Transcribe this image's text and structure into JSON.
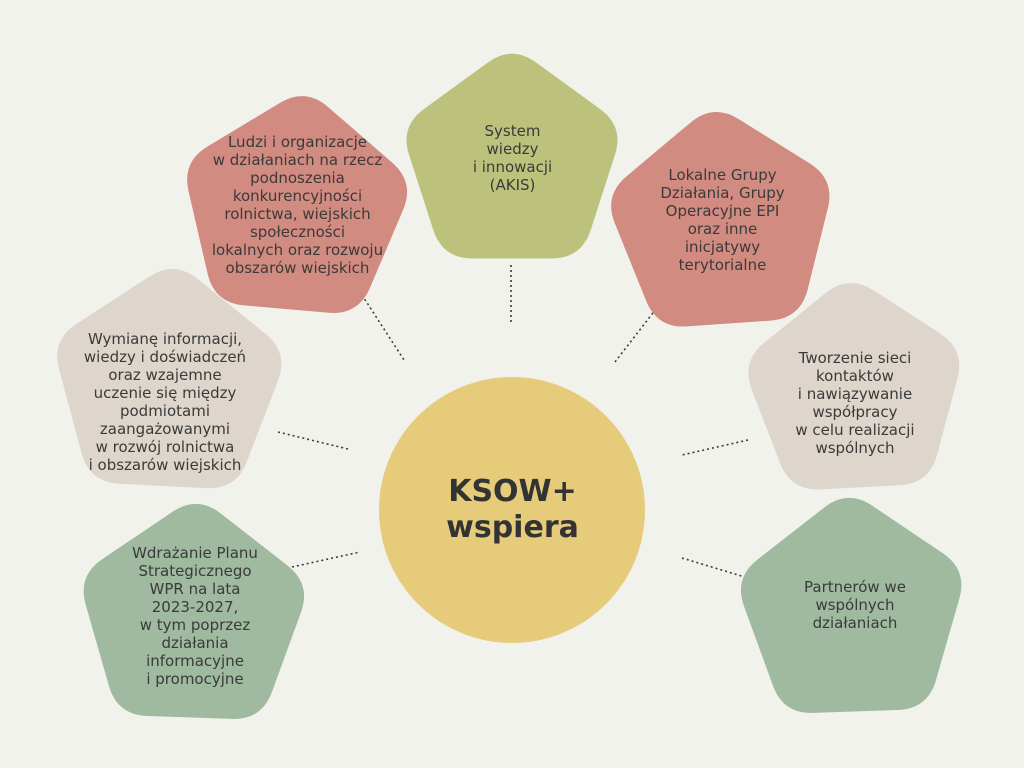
{
  "colors": {
    "background": "#f2f2ec",
    "green_light": "#bcc27c",
    "red": "#d28b80",
    "beige": "#ded6cd",
    "green_sage": "#9fba9f",
    "center": "#e6cb7a"
  },
  "center": {
    "text": "KSOW+\nwspiera"
  },
  "nodes": [
    {
      "id": "akis",
      "color": "green_light",
      "text": "System\nwiedzy\ni innowacji\n(AKIS)"
    },
    {
      "id": "ludzi",
      "color": "red",
      "text": "Ludzi i organizacje\nw działaniach na rzecz\npodnoszenia\nkonkurencyjności\nrolnictwa, wiejskich\nspołeczności\nlokalnych oraz rozwoju\nobszarów wiejskich"
    },
    {
      "id": "lgd",
      "color": "red",
      "text": "Lokalne Grupy\nDziałania, Grupy\nOperacyjne EPI\noraz inne\ninicjatywy\nterytorialne"
    },
    {
      "id": "wymiana",
      "color": "beige",
      "text": "Wymianę informacji,\nwiedzy i doświadczeń\noraz wzajemne\nuczenie się między\npodmiotami\nzaangażowanymi\nw rozwój rolnictwa\ni obszarów wiejskich"
    },
    {
      "id": "sieci",
      "color": "beige",
      "text": "Tworzenie sieci\nkontaktów\ni nawiązywanie\nwspółpracy\nw celu realizacji\nwspólnych"
    },
    {
      "id": "wpr",
      "color": "green_sage",
      "text": "Wdrażanie Planu\nStrategicznego\nWPR na lata\n2023-2027,\nw tym poprzez\ndziałania\ninformacyjne\ni promocyjne"
    },
    {
      "id": "partnerow",
      "color": "green_sage",
      "text": "Partnerów we\nwspólnych\ndziałaniach"
    }
  ]
}
